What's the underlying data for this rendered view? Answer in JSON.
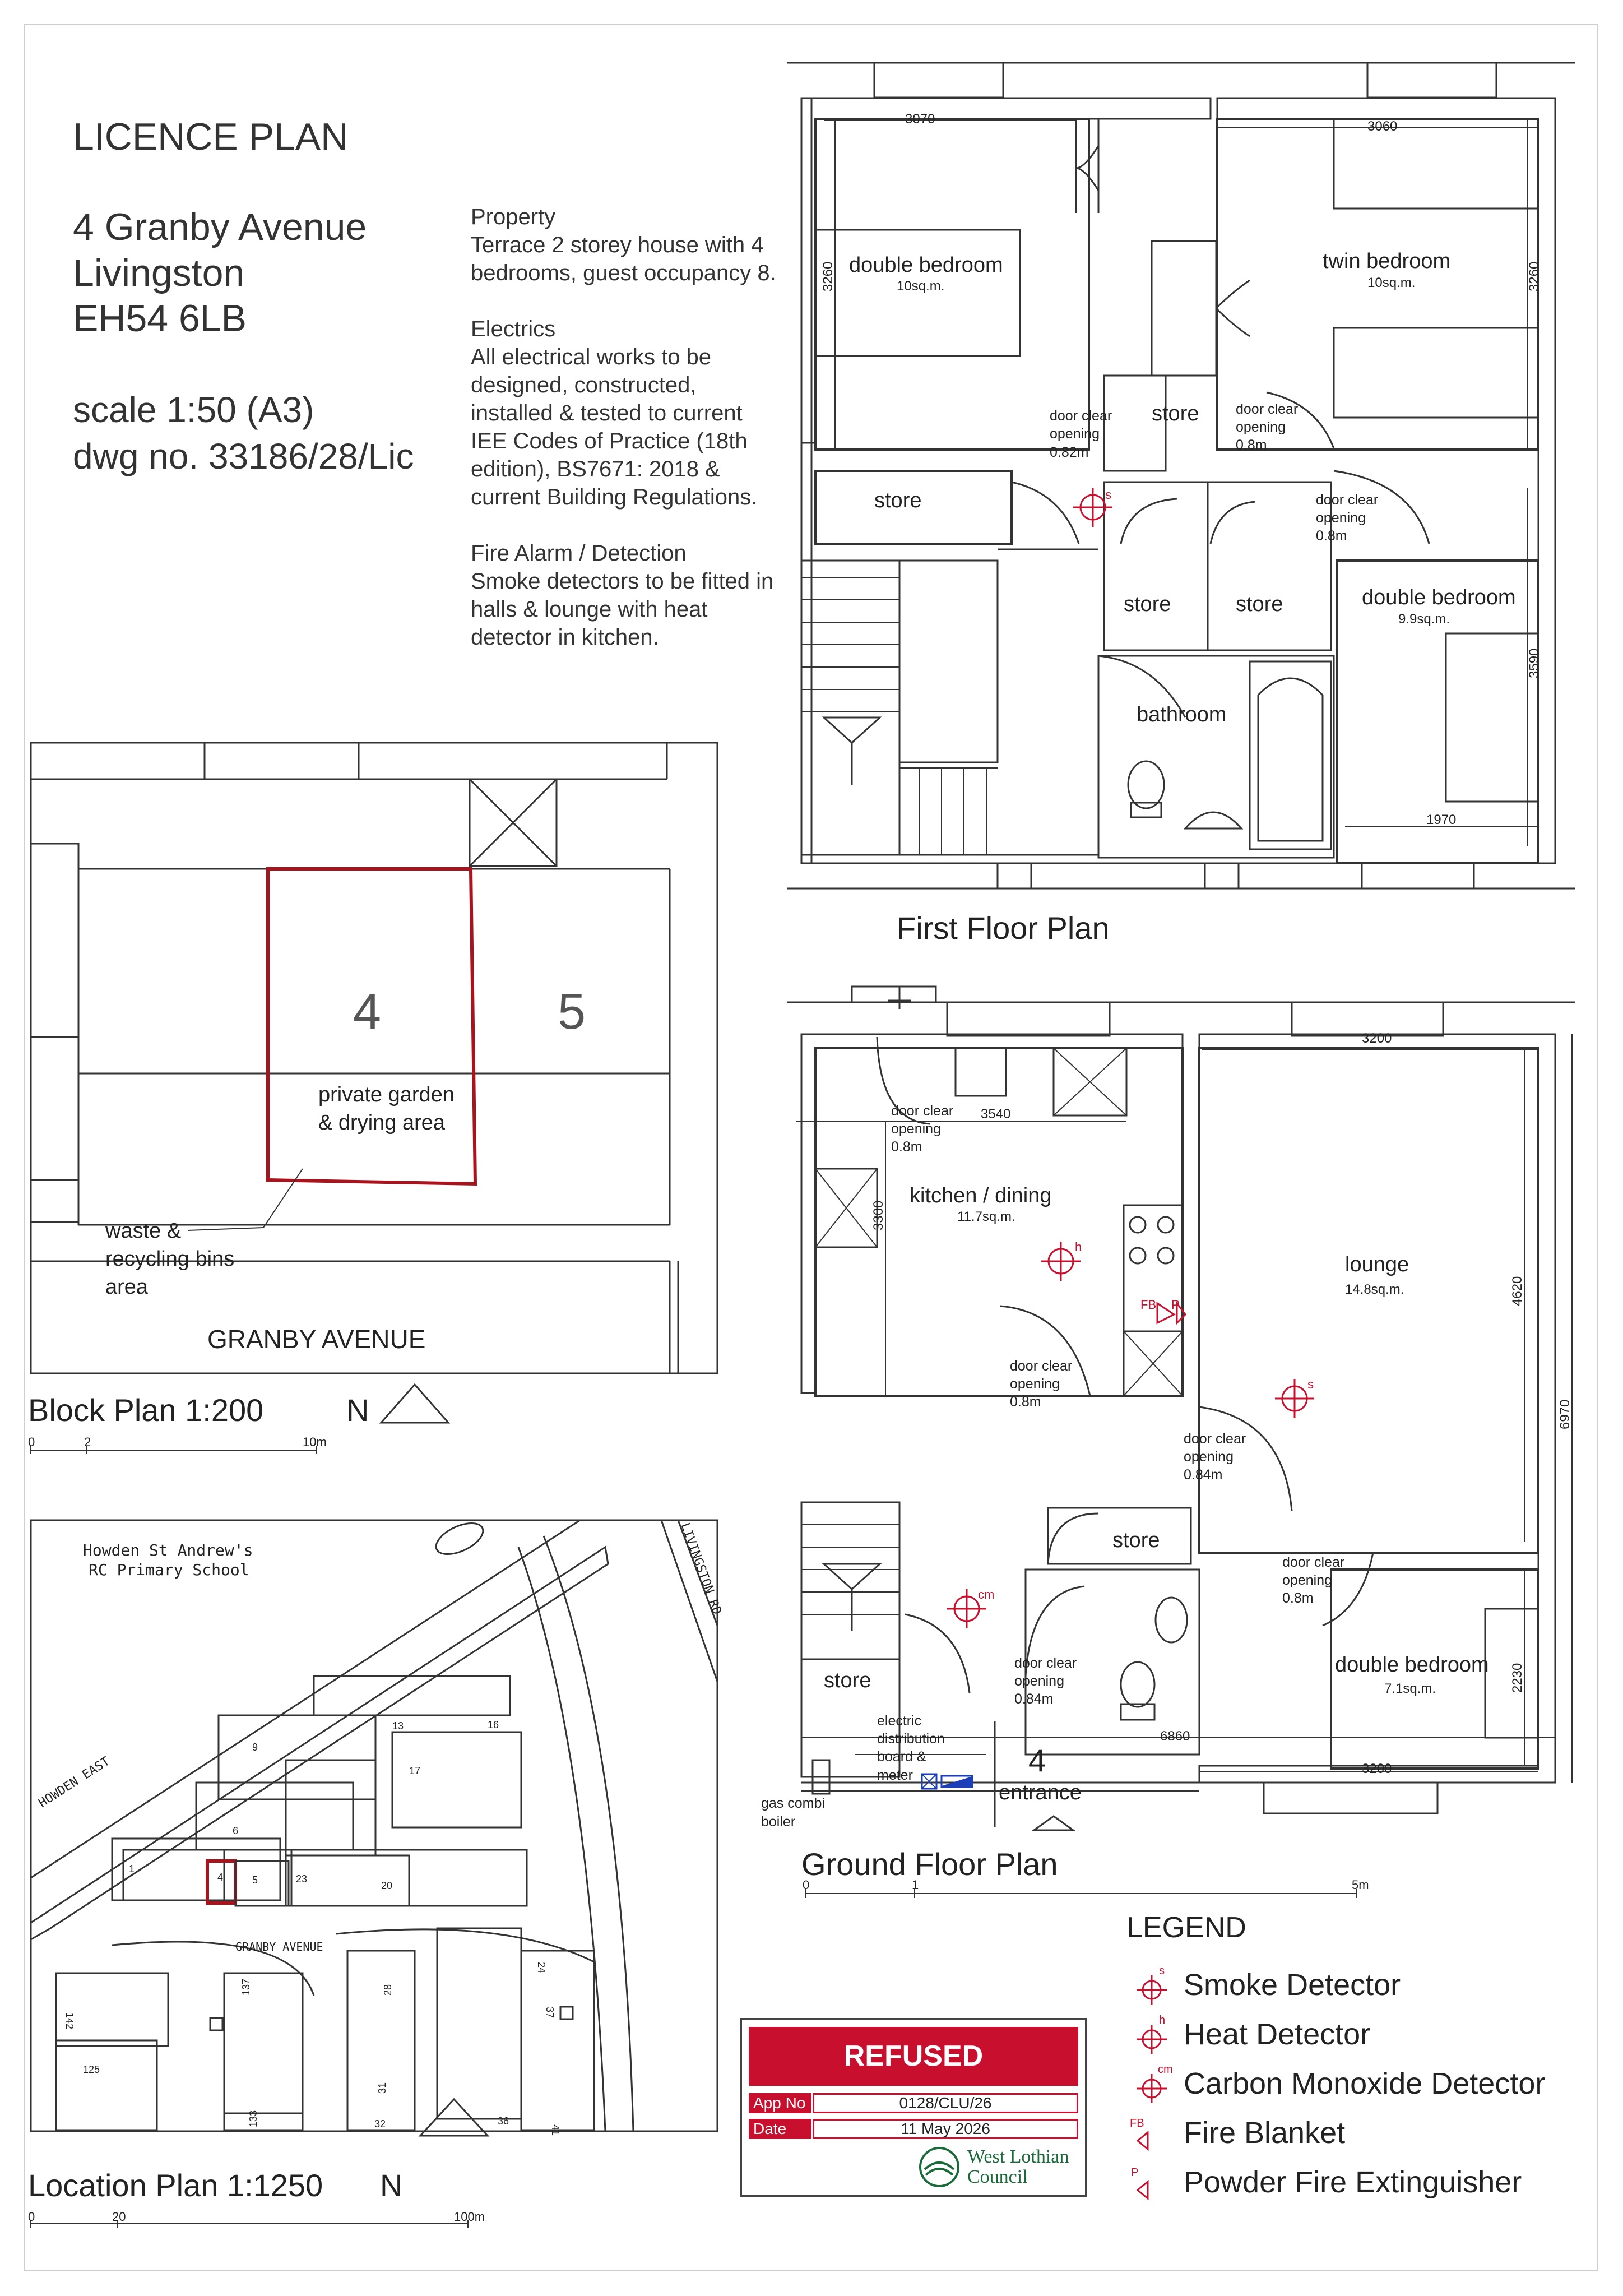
{
  "header": {
    "title": "LICENCE PLAN",
    "address_lines": [
      "4 Granby Avenue",
      "Livingston",
      "EH54 6LB"
    ],
    "scale": "scale 1:50 (A3)",
    "dwg_no": "dwg no. 33186/28/Lic"
  },
  "notes": {
    "property_heading": "Property",
    "property_text": "Terrace 2 storey house with 4 bedrooms, guest occupancy 8.",
    "electrics_heading": "Electrics",
    "electrics_text": "All electrical works to be designed, constructed, installed & tested to current IEE Codes of Practice (18th edition), BS7671: 2018 & current Building Regulations.",
    "fire_heading": "Fire Alarm / Detection",
    "fire_text": "Smoke detectors to be fitted in halls & lounge with heat detector in kitchen."
  },
  "first_floor": {
    "title": "First Floor Plan",
    "rooms": {
      "bed1": "double bedroom",
      "bed1_area": "10sq.m.",
      "twin": "twin bedroom",
      "twin_area": "10sq.m.",
      "bed3": "double bedroom",
      "bed3_area": "9.9sq.m.",
      "store_a": "store",
      "store_b": "store",
      "store_c": "store",
      "store_d": "store",
      "bathroom": "bathroom"
    },
    "dims": {
      "d1": "3070",
      "d2": "3060",
      "d3": "3260",
      "d4": "3260",
      "d5": "3590",
      "d6": "1970"
    },
    "doors": [
      {
        "label": "door clear",
        "l2": "opening",
        "val": "0.82m"
      },
      {
        "label": "door clear",
        "l2": "opening",
        "val": "0.8m"
      },
      {
        "label": "door clear",
        "l2": "opening",
        "val": "0.8m"
      }
    ],
    "detector": "s"
  },
  "ground_floor": {
    "title": "Ground Floor Plan",
    "rooms": {
      "kitchen": "kitchen / dining",
      "kitchen_area": "11.7sq.m.",
      "lounge": "lounge",
      "lounge_area": "14.8sq.m.",
      "bed": "double bedroom",
      "bed_area": "7.1sq.m.",
      "store_a": "store",
      "store_b": "store",
      "entrance_no": "4",
      "entrance": "entrance",
      "electric": [
        "electric",
        "distribution",
        "board &",
        "meter"
      ],
      "boiler": [
        "gas combi",
        "boiler"
      ]
    },
    "dims": {
      "d1": "3540",
      "d2": "3200",
      "d3": "3300",
      "d4": "4620",
      "d5": "6970",
      "d6": "2230",
      "d7": "6860",
      "d8": "3200"
    },
    "doors": [
      {
        "label": "door clear",
        "l2": "opening",
        "val": "0.8m"
      },
      {
        "label": "door clear",
        "l2": "opening",
        "val": "0.8m"
      },
      {
        "label": "door clear",
        "l2": "opening",
        "val": "0.84m"
      },
      {
        "label": "door clear",
        "l2": "opening",
        "val": "0.8m"
      },
      {
        "label": "door clear",
        "l2": "opening",
        "val": "0.84m"
      }
    ],
    "det_h": "h",
    "det_s": "s",
    "det_cm": "cm",
    "fb": "FB",
    "p": "P",
    "scalebar": {
      "start": "0",
      "mid": "1",
      "end": "5m"
    }
  },
  "block_plan": {
    "title": "Block Plan 1:200",
    "north": "N",
    "plot_4": "4",
    "plot_5": "5",
    "garden": [
      "private garden",
      "& drying area"
    ],
    "bins": [
      "waste &",
      "recycling bins",
      "area"
    ],
    "street": "GRANBY AVENUE",
    "scalebar": {
      "start": "0",
      "mid": "2",
      "end": "10m"
    }
  },
  "location_plan": {
    "title": "Location Plan 1:1250",
    "north": "N",
    "school": [
      "Howden St Andrew's",
      "RC Primary School"
    ],
    "road1": "LIVINGSTON RD",
    "road2": "HOWDEN EAST",
    "road3": "GRANBY AVENUE",
    "numbers": [
      "9",
      "13",
      "16",
      "17",
      "6",
      "1",
      "4",
      "5",
      "23",
      "20",
      "142",
      "137",
      "28",
      "24",
      "37",
      "125",
      "133",
      "31",
      "32",
      "36",
      "41"
    ],
    "scalebar": {
      "start": "0",
      "mid": "20",
      "end": "100m"
    }
  },
  "stamp": {
    "status": "REFUSED",
    "app_label": "App No",
    "app_value": "0128/CLU/26",
    "date_label": "Date",
    "date_value": "11 May 2026",
    "council_line1": "West Lothian",
    "council_line2": "Council"
  },
  "legend": {
    "title": "LEGEND",
    "items": [
      {
        "sup": "s",
        "label": "Smoke Detector"
      },
      {
        "sup": "h",
        "label": "Heat Detector"
      },
      {
        "sup": "cm",
        "label": "Carbon Monoxide Detector"
      },
      {
        "sup": "FB",
        "label": "Fire Blanket"
      },
      {
        "sup": "P",
        "label": "Powder Fire Extinguisher"
      }
    ]
  },
  "colors": {
    "accent": "#c8102e",
    "line": "#333333",
    "council_green": "#1b6b3a"
  }
}
